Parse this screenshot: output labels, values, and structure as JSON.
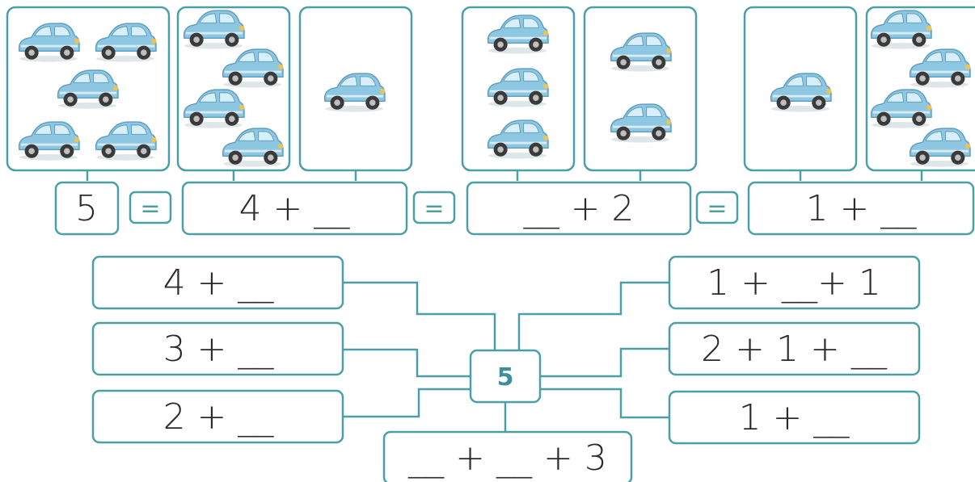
{
  "top_row": {
    "total": "5",
    "equals": "=",
    "expr1": "4 + __",
    "expr2": "__ + 2",
    "expr3": "1 + __"
  },
  "picture_groups": {
    "group1_cars": [
      5,
      4,
      1
    ],
    "group2_cars": [
      3,
      2
    ],
    "group3_cars": [
      1,
      4
    ]
  },
  "web": {
    "center": "5",
    "left": [
      "4 + __",
      "3 + __",
      "2 + __"
    ],
    "right": [
      "1 + __+ 1",
      "2 + 1 + __",
      "1 + __"
    ],
    "bottom": "__ + __ + 3"
  },
  "colors": {
    "border": "#4aa0a6",
    "car_body": "#8ec7e2",
    "car_dark": "#5a9dbd",
    "text": "#2a2a2a"
  },
  "icons": [
    "car-icon"
  ]
}
